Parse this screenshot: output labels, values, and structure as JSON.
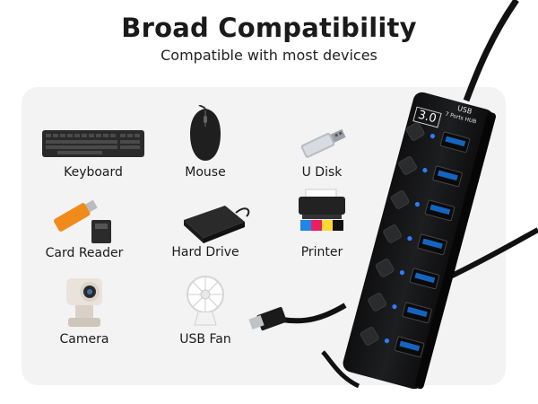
{
  "header": {
    "title": "Broad Compatibility",
    "subtitle": "Compatible with most devices"
  },
  "devices": [
    {
      "label": "Keyboard",
      "icon": "keyboard-icon"
    },
    {
      "label": "Mouse",
      "icon": "mouse-icon"
    },
    {
      "label": "U Disk",
      "icon": "usb-flash-drive-icon"
    },
    {
      "label": "Card Reader",
      "icon": "card-reader-icon"
    },
    {
      "label": "Hard Drive",
      "icon": "external-hard-drive-icon"
    },
    {
      "label": "Printer",
      "icon": "printer-icon"
    },
    {
      "label": "Camera",
      "icon": "webcam-icon"
    },
    {
      "label": "USB Fan",
      "icon": "usb-fan-icon"
    }
  ],
  "hub": {
    "badge": "3.0",
    "top_label": "USB",
    "sub_label": "7 Ports HUB",
    "port_count": 7,
    "led_color": "#2f7bff"
  }
}
